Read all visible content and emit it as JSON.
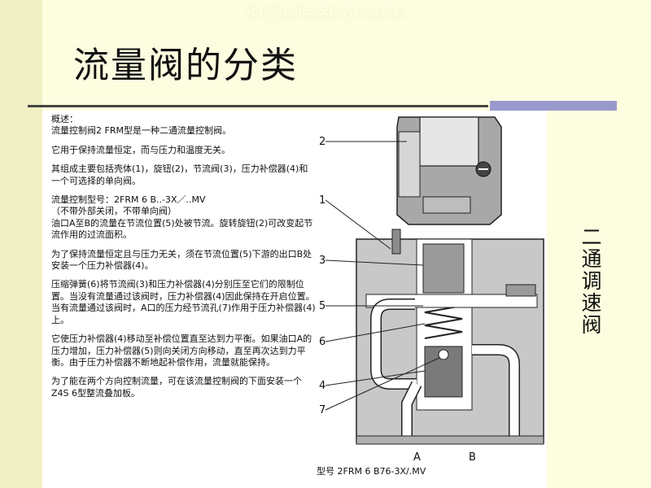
{
  "watermark": "86jixiezhu.com",
  "slide_title": "流量阀的分类",
  "side_label": "二通调速阀",
  "paragraphs": [
    "概述：\n流量控制阀2 FRM型是一种二通流量控制阀。",
    "它用于保持流量恒定，而与压力和温度无关。",
    "其组成主要包括壳体(1)，旋钮(2)，节流阀(3)，压力补偿器(4)和一个可选择的单向阀。",
    "流量控制型号：2FRM 6 B..-3X／..MV\n（不带外部关闭，不带单向阀）\n油口A至B的流量在节流位置(5)处被节流。旋转旋钮(2)可改变起节流作用的过流面积。",
    "为了保持流量恒定且与压力无关，须在节流位置(5)下游的出口B处安装一个压力补偿器(4)。",
    "压缩弹簧(6)将节流阀(3)和压力补偿器(4)分别压至它们的限制位置。当没有流量通过该阀时，压力补偿器(4)因此保持在开启位置。当有流量通过该阀时，A口的压力经节流孔(7)作用于压力补偿器(4)上。",
    "它使压力补偿器(4)移动至补偿位置直至达到力平衡。如果油口A的压力增加，压力补偿器(5)则向关闭方向移动，直至再次达到力平衡。由于压力补偿器不断地起补偿作用，流量就能保持。",
    "为了能在两个方向控制流量，可在该流量控制阀的下面安装一个Z4S 6型整流叠加板。"
  ],
  "diagram": {
    "callouts": [
      "2",
      "1",
      "3",
      "5",
      "6",
      "4",
      "7"
    ],
    "port_a": "A",
    "port_b": "B",
    "caption": "型号 2FRM 6 B76-3X/.MV"
  },
  "colors": {
    "background": "#fdfde0",
    "left_band": "#f0f0c4",
    "rule": "#444444",
    "rule_accent": "#9999cc",
    "body_grey": "#c8c8c8",
    "cavity": "#ffffff"
  }
}
